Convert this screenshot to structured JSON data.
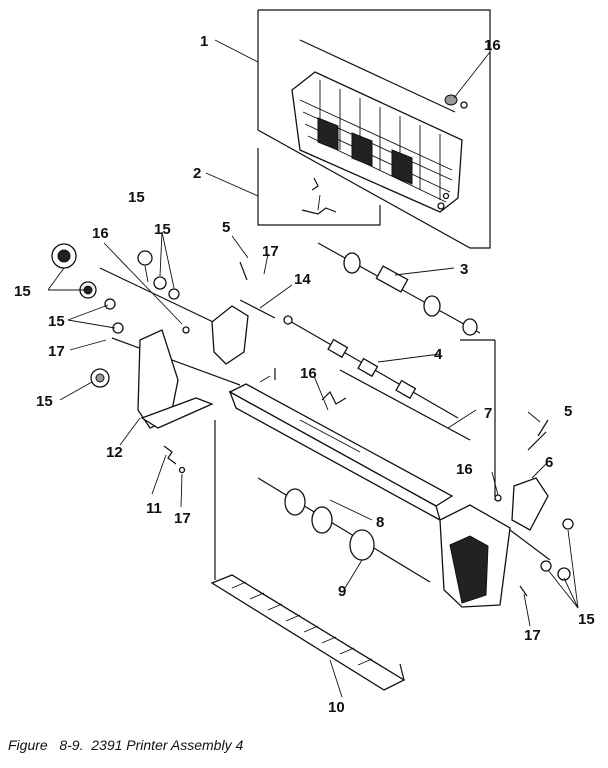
{
  "caption": "Figure   8-9.  2391 Printer Assembly 4",
  "callouts": {
    "c1": "1",
    "c2": "2",
    "c3": "3",
    "c4": "4",
    "c5a": "5",
    "c5b": "5",
    "c6": "6",
    "c7": "7",
    "c8": "8",
    "c9": "9",
    "c10": "10",
    "c11": "11",
    "c12": "12",
    "c14": "14",
    "c15a": "15",
    "c15b": "15",
    "c15c": "15",
    "c15d": "15",
    "c15e": "15",
    "c15f": "15",
    "c16a": "16",
    "c16b": "16",
    "c16c": "16",
    "c16d": "16",
    "c17a": "17",
    "c17b": "17",
    "c17c": "17",
    "c17d": "17"
  }
}
